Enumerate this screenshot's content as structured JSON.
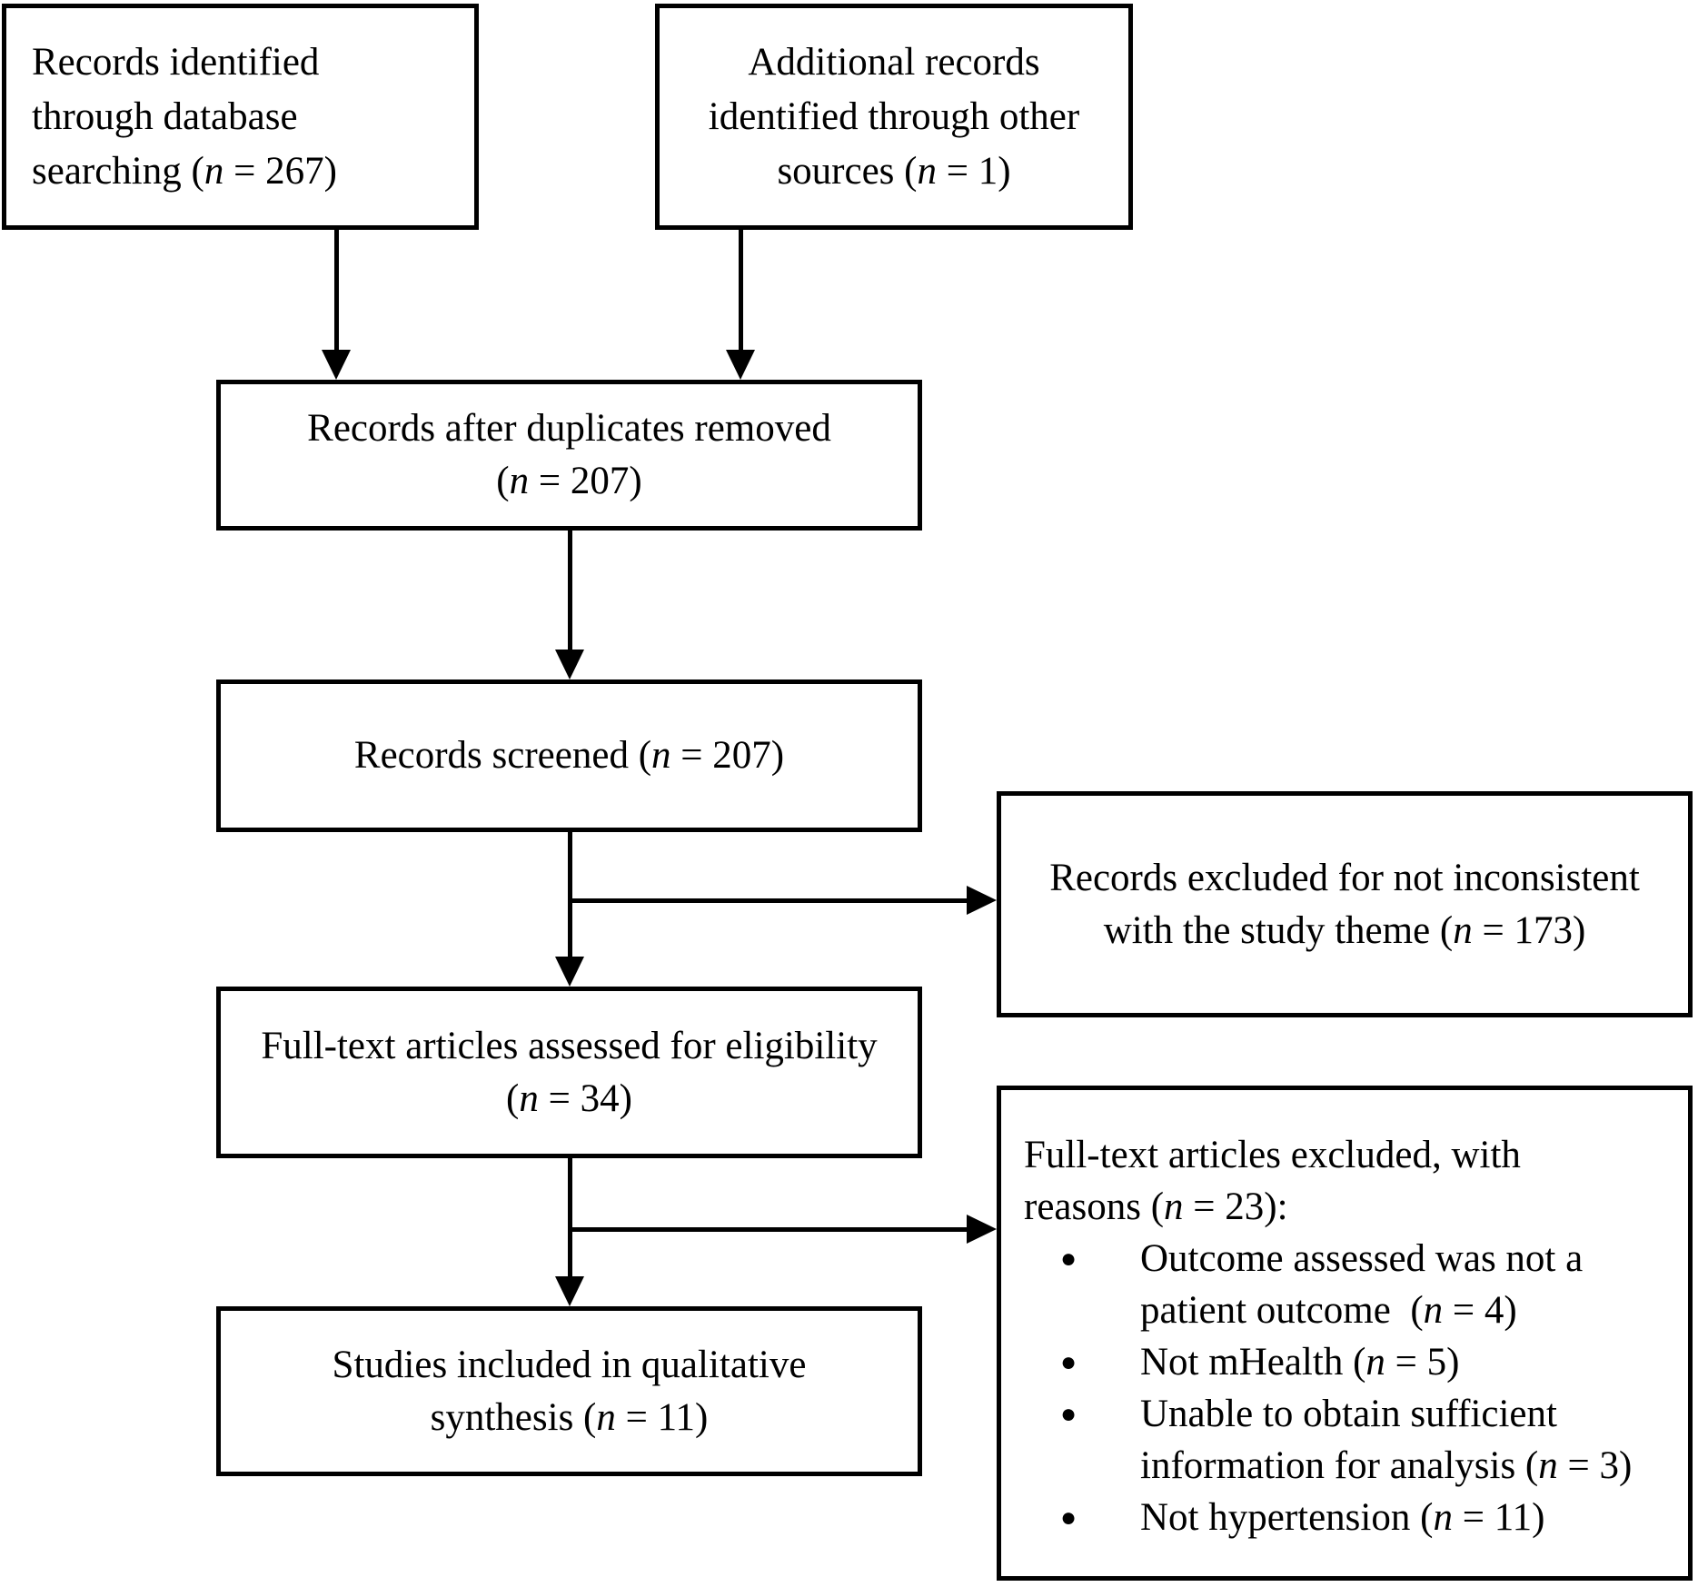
{
  "figure": {
    "background_color": "#ffffff",
    "line_color": "#000000",
    "text_color": "#000000",
    "type": "prisma-flow-diagram"
  },
  "boxes": {
    "identified_database": {
      "lines": [
        "Records identified",
        "through database",
        "searching (n = 267)"
      ]
    },
    "identified_other": {
      "lines": [
        "Additional records",
        "identified through other",
        "sources (n = 1)"
      ]
    },
    "after_duplicates": {
      "lines": [
        "Records after duplicates removed",
        "(n = 207)"
      ]
    },
    "screened": {
      "lines": [
        "Records screened (n = 207)"
      ]
    },
    "excluded_screening": {
      "lines": [
        "Records excluded for not inconsistent",
        "with the study theme (n = 173)"
      ]
    },
    "fulltext_assessed": {
      "lines": [
        "Full-text articles assessed for eligibility",
        "(n = 34)"
      ]
    },
    "fulltext_excluded": {
      "header_lines": [
        "Full-text articles excluded, with",
        "reasons (n = 23):"
      ],
      "bullets": [
        {
          "lines": [
            "Outcome assessed was not a",
            "patient outcome  (n = 4)"
          ]
        },
        {
          "lines": [
            "Not mHealth (n = 5)"
          ]
        },
        {
          "lines": [
            "Unable to obtain sufficient",
            "information for analysis (n = 3)"
          ]
        },
        {
          "lines": [
            "Not hypertension (n = 11)"
          ]
        }
      ]
    },
    "included_qualitative": {
      "lines": [
        "Studies included in qualitative",
        "synthesis (n = 11)"
      ]
    }
  }
}
